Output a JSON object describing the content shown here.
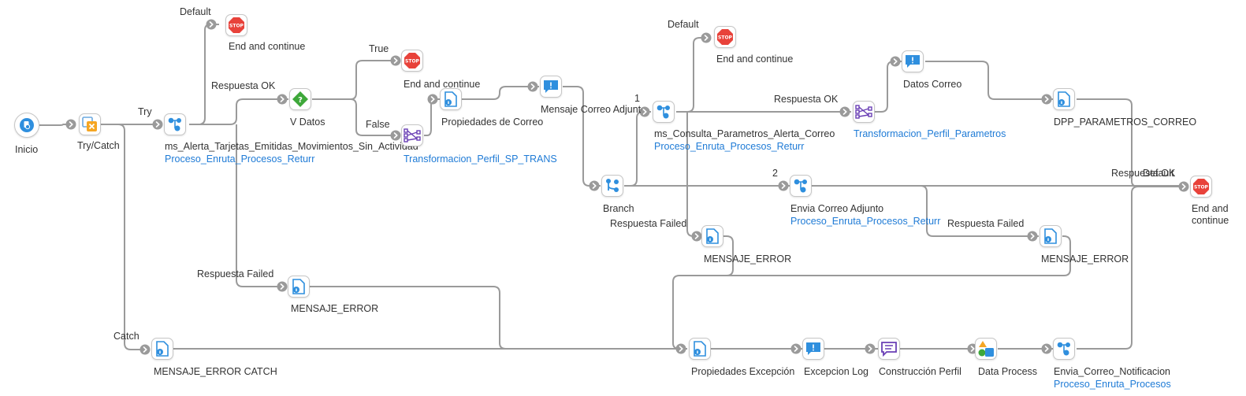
{
  "diagram": {
    "nodes": {
      "inicio": {
        "label": "Inicio"
      },
      "trycatch": {
        "label": "Try/Catch"
      },
      "ms_alerta": {
        "label": "ms_Alerta_Tarjetas_Emitidas_Movimientos_Sin_Actividad",
        "sublabel": "Proceso_Enruta_Procesos_Returr"
      },
      "stop_default_1": {
        "label": "End and continue"
      },
      "v_datos": {
        "label": "V Datos"
      },
      "stop_true": {
        "label": "End and continue"
      },
      "transf_sp": {
        "label": "Transformacion_Perfil_SP_TRANS"
      },
      "propiedades_correo": {
        "label": "Propiedades de Correo"
      },
      "mensaje_correo": {
        "label": "Mensaje Correo Adjunto"
      },
      "branch": {
        "label": "Branch"
      },
      "stop_default_2": {
        "label": "End and continue"
      },
      "ms_consulta": {
        "label": "ms_Consulta_Parametros_Alerta_Correo",
        "sublabel": "Proceso_Enruta_Procesos_Returr"
      },
      "transf_param": {
        "label": "Transformacion_Perfil_Parametros"
      },
      "datos_correo": {
        "label": "Datos Correo"
      },
      "dpp": {
        "label": "DPP_PARAMETROS_CORREO"
      },
      "envia_adjunto": {
        "label": "Envia Correo Adjunto",
        "sublabel": "Proceso_Enruta_Procesos_Returr"
      },
      "stop_right": {
        "label": "End and continue"
      },
      "msg_error_1": {
        "label": "MENSAJE_ERROR"
      },
      "msg_error_2": {
        "label": "MENSAJE_ERROR"
      },
      "msg_error_3": {
        "label": "MENSAJE_ERROR"
      },
      "msg_error_catch": {
        "label": "MENSAJE_ERROR CATCH"
      },
      "prop_excepcion": {
        "label": "Propiedades Excepción"
      },
      "excepcion_log": {
        "label": "Excepcion Log"
      },
      "construccion": {
        "label": "Construcción Perfil"
      },
      "data_process": {
        "label": "Data Process"
      },
      "envia_notif": {
        "label": "Envia_Correo_Notificacion",
        "sublabel": "Proceso_Enruta_Procesos"
      }
    },
    "edge_labels": {
      "try": "Try",
      "catch": "Catch",
      "default_1": "Default",
      "respuesta_ok_1": "Respuesta OK",
      "respuesta_failed_1": "Respuesta Failed",
      "true": "True",
      "false": "False",
      "default_2": "Default",
      "respuesta_ok_2": "Respuesta OK",
      "respuesta_failed_2": "Respuesta Failed",
      "respuesta_failed_3": "Respuesta Failed",
      "respuesta_ok_3": "Respuesta OK",
      "default_3": "Default",
      "branch_1": "1",
      "branch_2": "2"
    },
    "colors": {
      "edge": "#9a9a9a",
      "connector_blue": "#2f8fde",
      "message_blue": "#2f8fde",
      "map_purple": "#6a3fb5",
      "stop_red": "#e8423a",
      "decision_green": "#3ea83a",
      "trycatch_orange": "#f5a623",
      "link_blue": "#1f7bd6"
    },
    "icons": {
      "stop": "stop-sign-icon",
      "connector": "connector-icon",
      "document": "document-properties-icon",
      "message": "message-icon",
      "map": "map-icon",
      "decision": "decision-icon",
      "branch": "branch-icon",
      "trycatch": "try-catch-icon",
      "start": "start-icon",
      "notify": "notify-icon",
      "data_process": "data-process-icon"
    }
  }
}
